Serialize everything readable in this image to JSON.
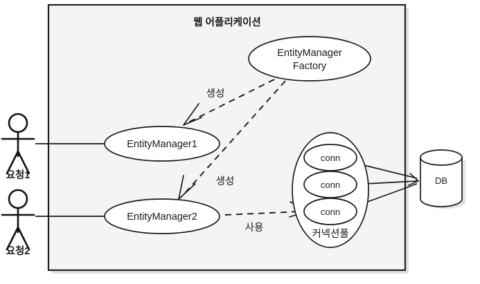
{
  "diagram": {
    "title": "웹 어플리케이션",
    "container": {
      "label": "웹 어플리케이션",
      "fill": "#f4f4f4",
      "border": "#1f1f1f"
    },
    "actors": [
      {
        "id": "actor1",
        "label": "요청1",
        "icon": "stick-figure-actor-icon"
      },
      {
        "id": "actor2",
        "label": "요청2",
        "icon": "stick-figure-actor-icon"
      }
    ],
    "nodes": [
      {
        "id": "emf",
        "label_line1": "EntityManager",
        "label_line2": "Factory",
        "shape": "ellipse"
      },
      {
        "id": "em1",
        "label": "EntityManager1",
        "shape": "ellipse"
      },
      {
        "id": "em2",
        "label": "EntityManager2",
        "shape": "ellipse"
      },
      {
        "id": "conn1",
        "label": "conn",
        "shape": "ellipse"
      },
      {
        "id": "conn2",
        "label": "conn",
        "shape": "ellipse"
      },
      {
        "id": "conn3",
        "label": "conn",
        "shape": "ellipse"
      },
      {
        "id": "pool",
        "label": "커넥션풀",
        "shape": "ellipse"
      },
      {
        "id": "db",
        "label": "DB",
        "shape": "cylinder"
      }
    ],
    "edges": [
      {
        "id": "emf-em1",
        "label": "생성",
        "style": "dashed",
        "from": "emf",
        "to": "em1"
      },
      {
        "id": "emf-em2",
        "label": "생성",
        "style": "dashed",
        "from": "emf",
        "to": "em2"
      },
      {
        "id": "em2-conn3",
        "label": "사용",
        "style": "dashed",
        "from": "em2",
        "to": "conn3"
      },
      {
        "id": "actor1-em1",
        "label": "",
        "style": "solid",
        "from": "actor1",
        "to": "em1"
      },
      {
        "id": "actor2-em2",
        "label": "",
        "style": "solid",
        "from": "actor2",
        "to": "em2"
      },
      {
        "id": "conn1-db",
        "label": "",
        "style": "solid",
        "from": "conn1",
        "to": "db"
      },
      {
        "id": "conn2-db",
        "label": "",
        "style": "solid",
        "from": "conn2",
        "to": "db"
      },
      {
        "id": "conn3-db",
        "label": "",
        "style": "solid",
        "from": "conn3",
        "to": "db"
      }
    ],
    "colors": {
      "stroke": "#1a1a1a",
      "node_fill": "#ffffff",
      "container_fill": "#f4f4f4",
      "canvas": "#ffffff"
    }
  }
}
